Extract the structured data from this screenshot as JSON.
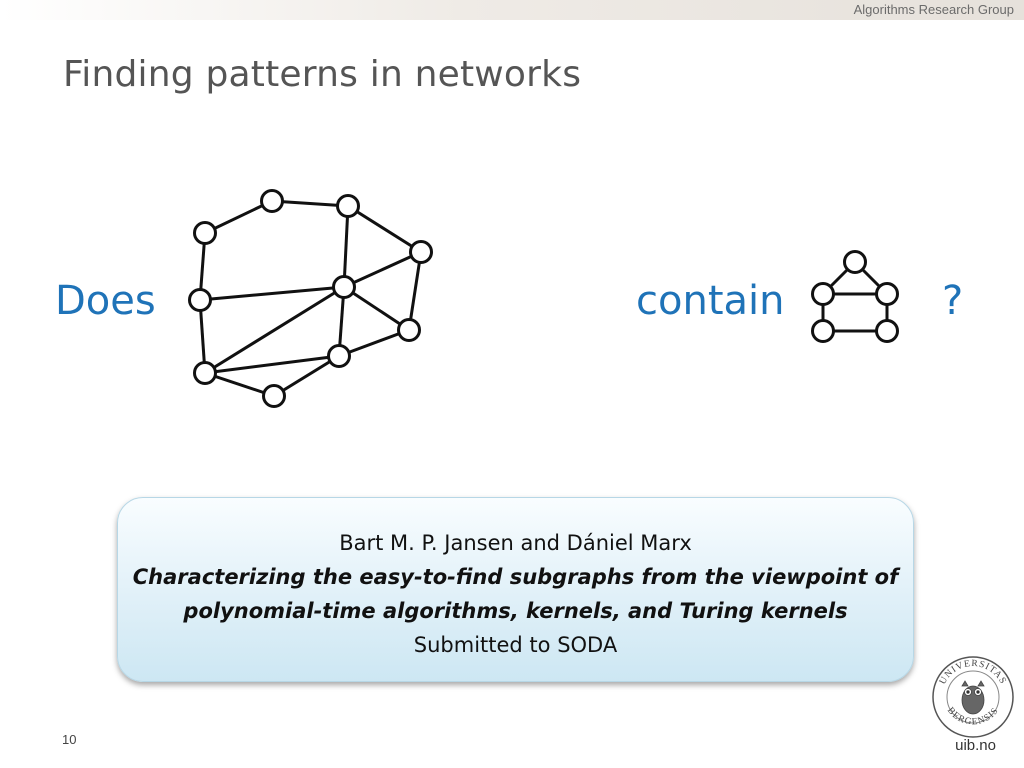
{
  "header": {
    "group": "Algorithms Research Group"
  },
  "slide": {
    "title": "Finding patterns in networks",
    "question": {
      "word1": "Does",
      "word2": "contain",
      "end": "?"
    },
    "citation": {
      "authors": "Bart M. P. Jansen and Dániel Marx",
      "title_line1": "Characterizing the easy-to-find subgraphs from the viewpoint of",
      "title_line2": "polynomial-time algorithms, kernels, and Turing kernels",
      "status": "Submitted to SODA"
    }
  },
  "footer": {
    "page_number": "10",
    "site": "uib.no"
  },
  "seal": {
    "text_top": "UNIVERSITAS",
    "text_bottom": "BERGENSIS"
  },
  "colors": {
    "accent": "#1f73b8",
    "title": "#555555"
  },
  "icons": {
    "network": "network-graph-icon",
    "pattern": "pattern-graph-icon",
    "seal": "university-seal-icon"
  }
}
